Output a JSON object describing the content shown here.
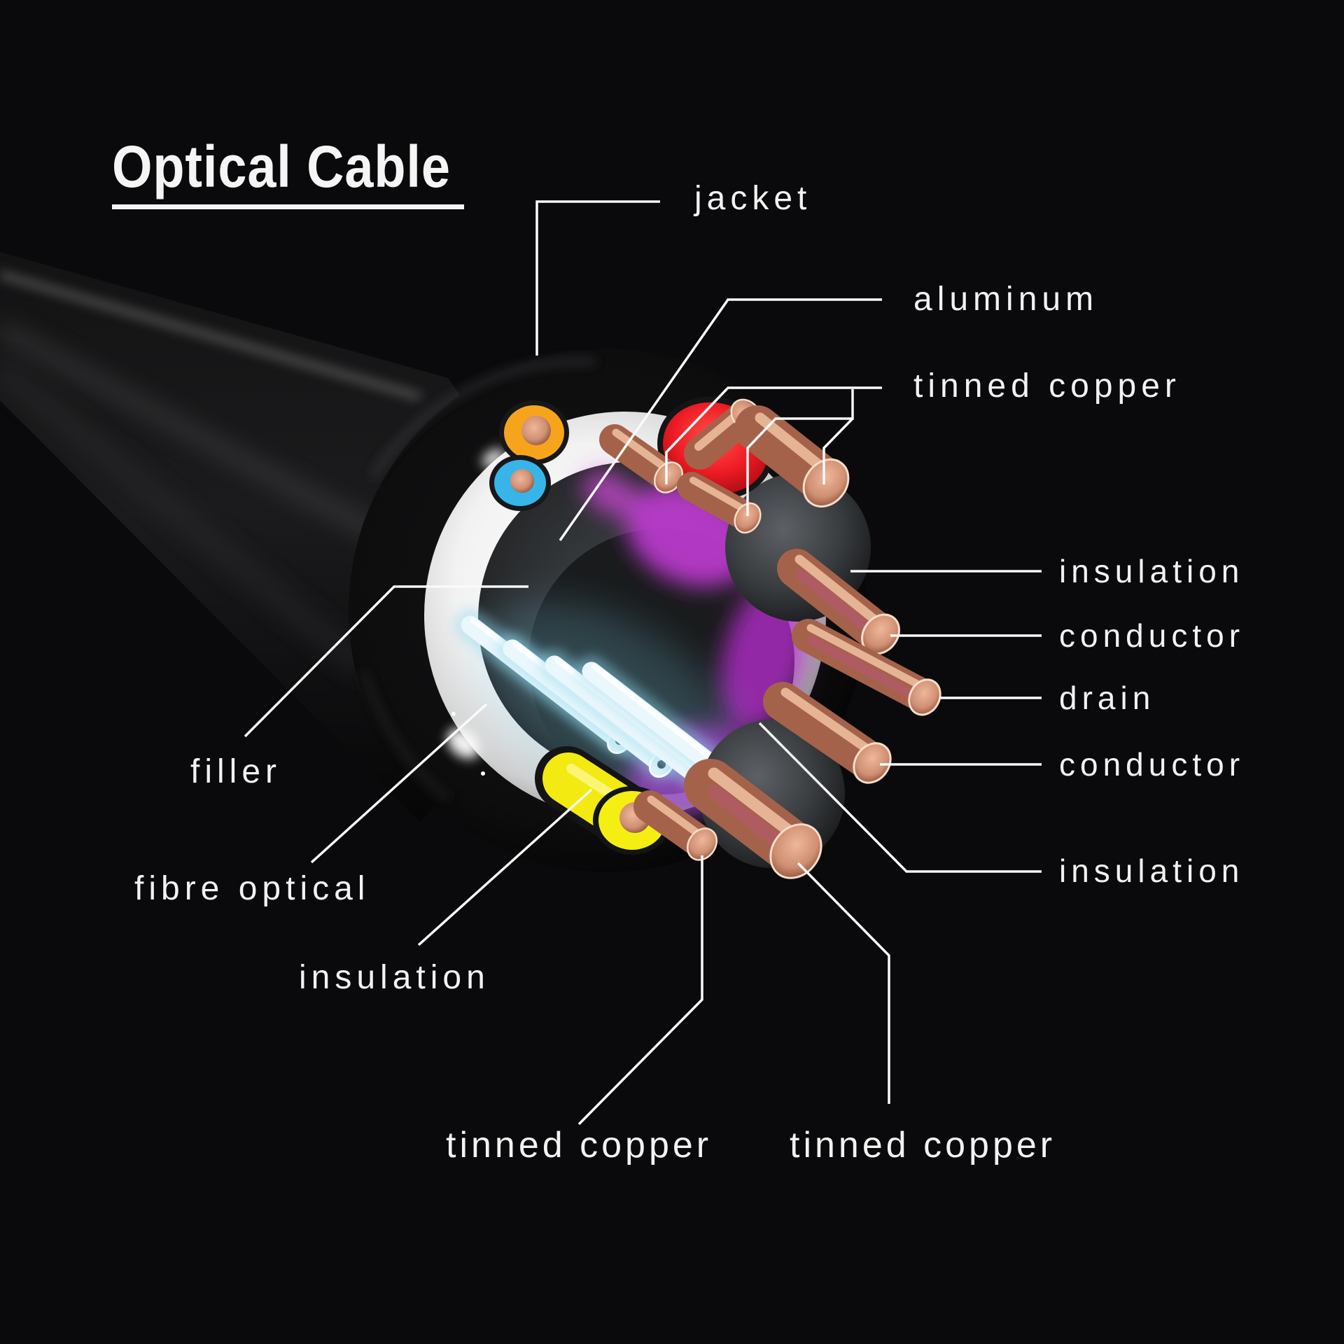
{
  "title": {
    "text": "Optical Cable"
  },
  "labels": {
    "jacket": "jacket",
    "aluminum": "aluminum",
    "tinned_copper_top": "tinned copper",
    "insulation_right_top": "insulation",
    "conductor_right_top": "conductor",
    "drain": "drain",
    "conductor_right_bottom": "conductor",
    "insulation_right_bottom": "insulation",
    "filler": "filler",
    "fibre_optical": "fibre optical",
    "insulation_left": "insulation",
    "tinned_copper_bottom_left": "tinned copper",
    "tinned_copper_bottom_right": "tinned copper"
  },
  "colors": {
    "background": "#0a0a0c",
    "text": "#f2f2f2",
    "leader_line": "#fafafa",
    "jacket_black": "#0d0d0e",
    "aluminum_foil": "#f0f0f0",
    "copper": "#cf8f72",
    "wire_red": "#e5161f",
    "wire_orange": "#f7a41d",
    "wire_blue": "#37b5e9",
    "wire_yellow": "#f2ea10",
    "filler_magenta": "#c13bd4",
    "fibre_glow": "#aee7f8"
  }
}
